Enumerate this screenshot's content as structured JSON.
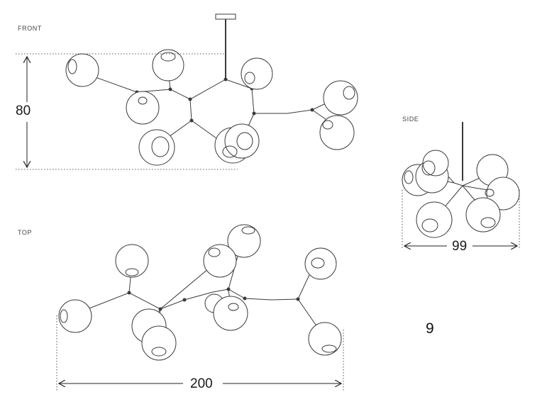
{
  "views": {
    "front": {
      "label": "FRONT",
      "height_value": "80"
    },
    "top": {
      "label": "TOP",
      "width_value": "200"
    },
    "side": {
      "label": "SIDE",
      "width_value": "99"
    }
  },
  "model_number": "9",
  "colors": {
    "line": "#3a3a3a",
    "globe_fill": "#ffffff",
    "dim_line": "#222222"
  }
}
